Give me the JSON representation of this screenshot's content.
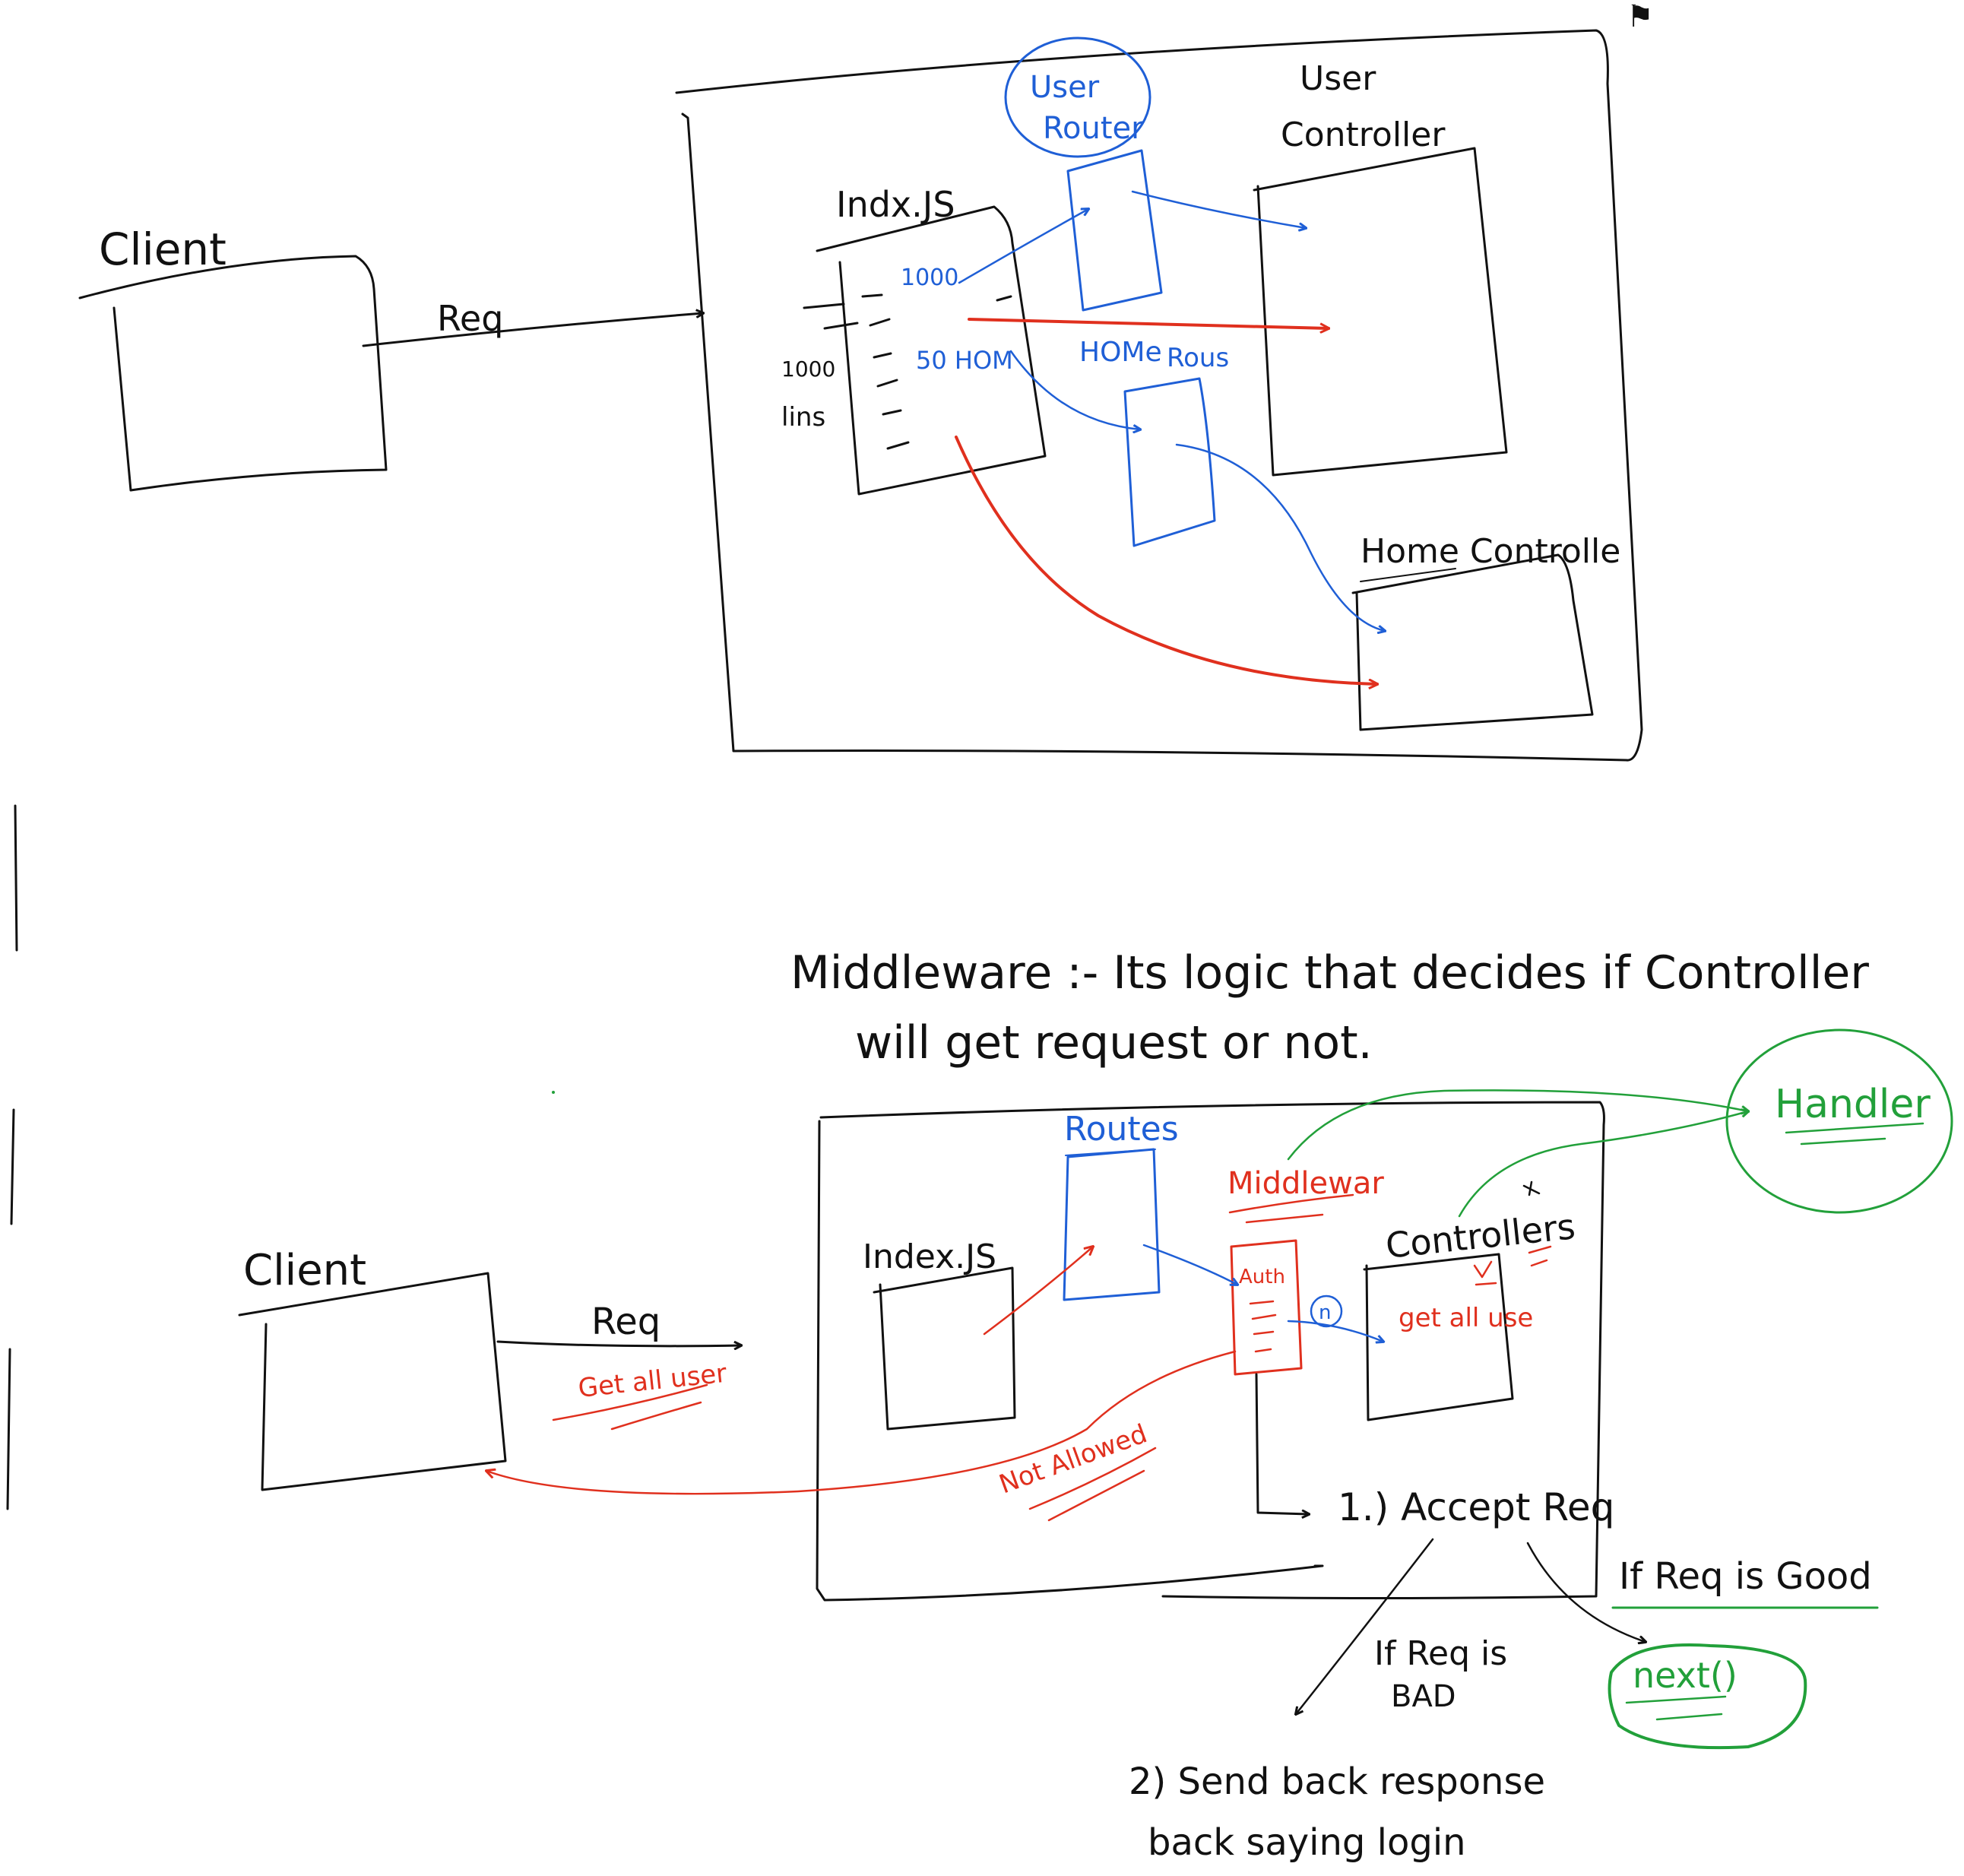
{
  "colors": {
    "ink": "#111111",
    "blue": "#1f5fd6",
    "red": "#e0301e",
    "green": "#22a03a"
  },
  "top": {
    "client": "Client",
    "req": "Req",
    "index": "Indx.JS",
    "left_note": [
      "1000",
      "lins"
    ],
    "routes_count_1": "1000",
    "routes_count_2": "50 HOM",
    "user_router": [
      "User",
      "Router"
    ],
    "home_routes": [
      "HOMe",
      "Rous"
    ],
    "user_controller": [
      "User",
      "Controller"
    ],
    "home_controller": "Home Controlle"
  },
  "definition": {
    "line1": "Middleware :- Its logic that decides if Controller",
    "line2": "will get request or not."
  },
  "bottom": {
    "client": "Client",
    "req": "Req",
    "req_note": "Get all user",
    "index": "Index.JS",
    "routes": "Routes",
    "middleware": "Middlewar",
    "auth": "Auth",
    "next_marker": "n",
    "controllers": "Controllers",
    "get_all": "get all use",
    "handler": "Handler",
    "not_allowed": "Not Allowed",
    "accept": "1.) Accept Req",
    "if_good": "If Req is Good",
    "next": "next()",
    "if_bad": [
      "If Req is",
      "BAD"
    ],
    "send_back": [
      "2) Send back response",
      "back saying login"
    ]
  }
}
